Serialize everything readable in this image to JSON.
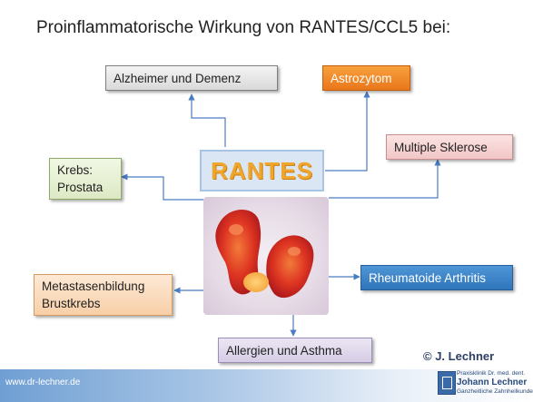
{
  "title": "Proinflammatorische Wirkung von RANTES/CCL5 bei:",
  "center": {
    "label": "RANTES"
  },
  "nodes": {
    "alzheimer": "Alzheimer und Demenz",
    "astrozytom": "Astrozytom",
    "ms": "Multiple Sklerose",
    "krebs": "Krebs:\nProstata",
    "metastasen": "Metastasenbildung\nBrustkrebs",
    "rheuma": "Rheumatoide Arthritis",
    "allergien": "Allergien und Asthma"
  },
  "copyright": "© J. Lechner",
  "footer": {
    "url": "www.dr-lechner.de",
    "logo_line1": "Praxisklinik Dr. med. dent.",
    "logo_line2": "Johann Lechner",
    "logo_line3": "Ganzheitliche Zahnheilkunde"
  },
  "colors": {
    "arrow": "#4a7cc0",
    "rantes_text": "#f0a62c",
    "orange_box": "#ed7d1f",
    "blue_box": "#2f75bb"
  }
}
